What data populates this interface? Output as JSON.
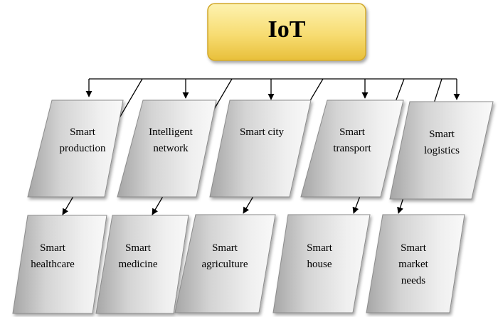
{
  "root": {
    "label": "IoT"
  },
  "top_row": [
    {
      "lines": [
        "Smart",
        "production"
      ]
    },
    {
      "lines": [
        "Intelligent",
        "network"
      ]
    },
    {
      "lines": [
        "Smart city"
      ]
    },
    {
      "lines": [
        "Smart",
        "transport"
      ]
    },
    {
      "lines": [
        "Smart",
        "logistics"
      ]
    }
  ],
  "bottom_row": [
    {
      "lines": [
        "Smart",
        "healthcare"
      ]
    },
    {
      "lines": [
        "Smart",
        "medicine"
      ]
    },
    {
      "lines": [
        "Smart",
        "agriculture"
      ]
    },
    {
      "lines": [
        "Smart",
        "house"
      ]
    },
    {
      "lines": [
        "Smart",
        "market",
        "needs"
      ]
    }
  ]
}
